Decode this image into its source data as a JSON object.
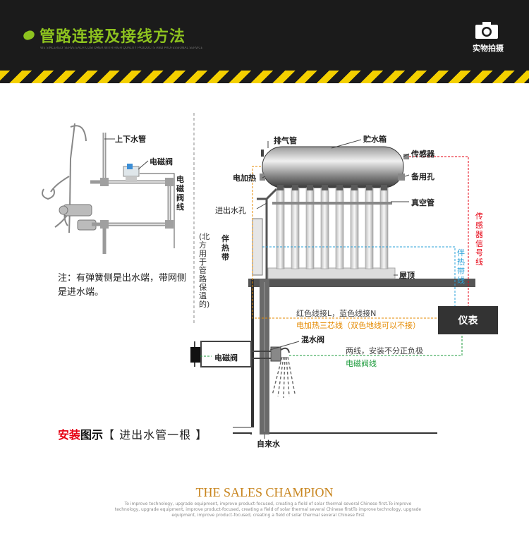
{
  "header": {
    "title": "管路连接及接线方法",
    "subtitle": "WE SINCERELY SERVE EACH CUSTOMER WITH HIGH QUALITY PRODUCTS AND PROFESSIONAL SERVICE; CREATE A FIELD OF SOLAR THERMAL SEVERAL CHINESE FIRST. TO IMPROVE TECHNOLOGY, UPGRADE EQUIPMENT, IMPROVE PRODUCT-FOCUSED",
    "photo_label": "实物拍摄",
    "accent_color": "#8dc21f",
    "camera_icon": "camera-icon"
  },
  "left_diagram": {
    "label_pipe": "上下水管",
    "label_valve": "电磁阀",
    "label_valve_wire": "电磁阀线",
    "note": "注：有弹簧侧是出水端，带网侧是进水端。"
  },
  "main_diagram": {
    "vertical_note": "(北方用于管路保温的)",
    "vent_pipe": "排气管",
    "tank": "贮水箱",
    "sensor": "传感器",
    "electric_heat": "电加热",
    "spare_hole": "备用孔",
    "inlet_outlet": "进出水孔",
    "vacuum_tube": "真空管",
    "heat_tape": "伴热带",
    "roof": "屋顶",
    "sensor_signal_line": "传感器信号线",
    "heat_tape_line": "伴热带线",
    "wire_note_1": "红色线接L，蓝色线接N",
    "wire_note_2": "电加热三芯线（双色地线可以不接）",
    "mixer_valve": "混水阀",
    "solenoid_valve": "电磁阀",
    "wire_note_3": "两线，安装不分正负极",
    "solenoid_line": "电磁阀线",
    "meter": "仪表",
    "tap_water": "自来水"
  },
  "caption": {
    "part1": "安装",
    "part2": "图示",
    "part3": "【 进出水管一根 】"
  },
  "footer": {
    "title": "THE SALES CHAMPION",
    "text": "To improve technology, upgrade equipment, improve product-focused, creating a field of solar thermal several Chinese first.To improve technology, upgrade equipment, improve product-focused, creating a field of solar thermal several Chinese firstTo improve technology, upgrade equipment, improve product-focused, creating a field of solar thermal several Chinese first"
  },
  "colors": {
    "red_line": "#e60012",
    "blue_line": "#29a0d8",
    "orange_line": "#e58a00",
    "green_line": "#1a9a3a",
    "pipe_gray": "#555555"
  }
}
